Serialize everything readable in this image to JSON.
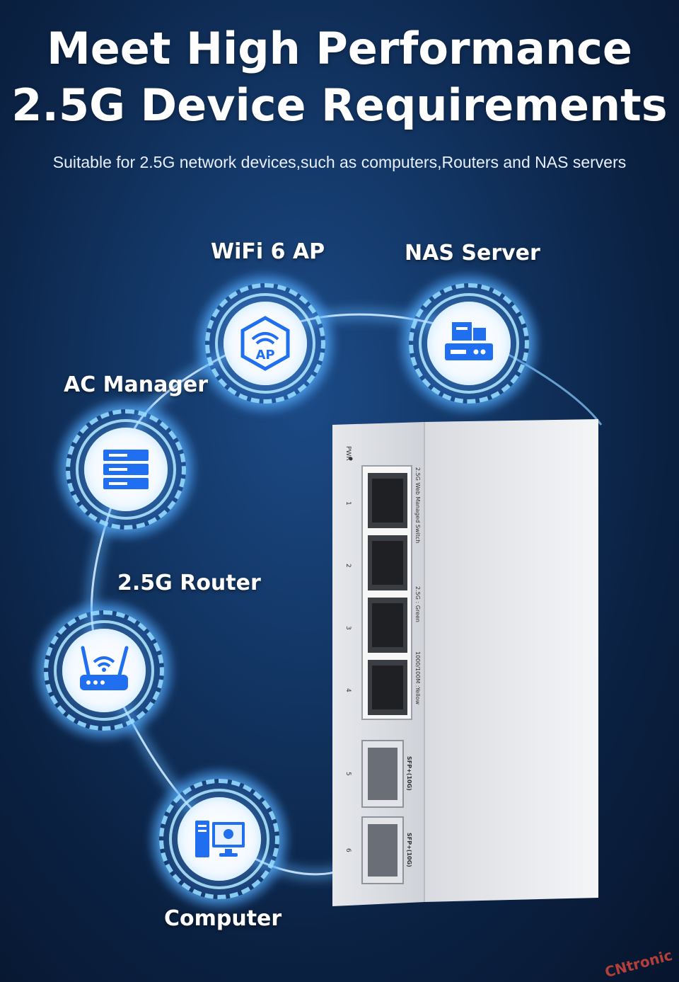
{
  "headline": {
    "line1": "Meet High Performance",
    "line2": "2.5G Device Requirements"
  },
  "subtitle": "Suitable for 2.5G network devices,such as computers,Routers and NAS servers",
  "nodes": [
    {
      "label": "WiFi 6 AP",
      "icon": "wifi-ap-icon",
      "badge": "AP"
    },
    {
      "label": "NAS Server",
      "icon": "nas-server-icon"
    },
    {
      "label": "AC Manager",
      "icon": "server-rack-icon"
    },
    {
      "label": "2.5G Router",
      "icon": "router-icon"
    },
    {
      "label": "Computer",
      "icon": "computer-icon"
    }
  ],
  "device": {
    "pwr": "PWR",
    "port_nums": [
      "1",
      "2",
      "3",
      "4",
      "5",
      "6"
    ],
    "side_text": "2.5G Web Managed Switch",
    "legend_green": "2.5G : Green",
    "legend_yellow": "1000/100M :Yellow",
    "sfp_label": "SFP+(10G)"
  },
  "colors": {
    "accent": "#2f8bff",
    "icon_blue": "#1f6ff0",
    "glow": "#7cc8ff"
  },
  "watermark": "CNtronic"
}
